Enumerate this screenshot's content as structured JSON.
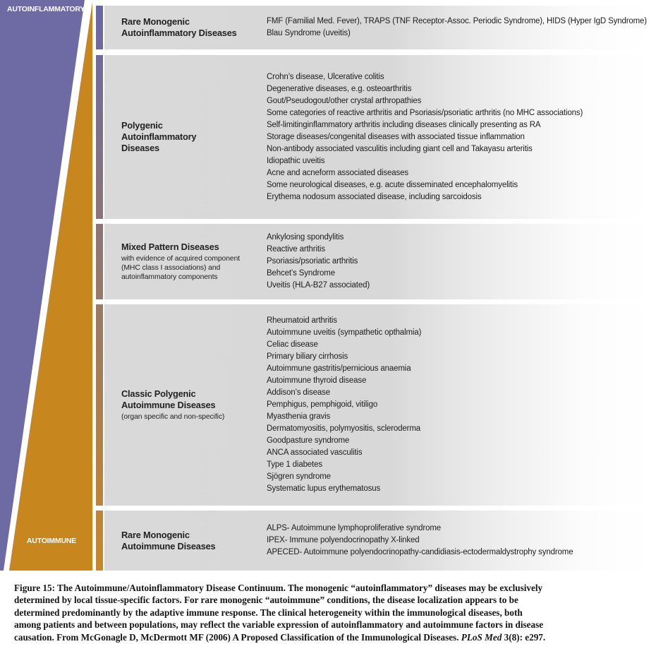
{
  "figure": {
    "axis": {
      "top_label": "AUTOINFLAMMATORY",
      "bottom_label": "AUTOIMMUNE"
    },
    "colors": {
      "purple": "#6E6BA4",
      "orange": "#C8861F",
      "strip_top": "#6768A8",
      "strip_bottom": "#C8872A",
      "row_gray": "#D9D9D9"
    },
    "rows": [
      {
        "title": "Rare Monogenic\nAutoinflammatory Diseases",
        "subtitle": "",
        "items": [
          "FMF (Familial Med. Fever), TRAPS (TNF Receptor-Assoc. Periodic Syndrome), HIDS (Hyper IgD Syndrome)",
          "Blau Syndrome (uveitis)"
        ]
      },
      {
        "title": "Polygenic\nAutoinflammatory\nDiseases",
        "subtitle": "",
        "items": [
          "Crohn’s disease, Ulcerative colitis",
          "Degenerative diseases, e.g. osteoarthritis",
          "Gout/Pseudogout/other crystal arthropathies",
          "Some categories of reactive arthritis and Psoriasis/psoriatic arthritis (no MHC associations)",
          "Self-limitinginflammatory arthritis including diseases clinically presenting as RA",
          "Storage diseases/congenital diseases with associated tissue inflammation",
          "Non-antibody associated vasculitis including giant cell and Takayasu arteritis",
          "Idiopathic uveitis",
          "Acne and acneform associated diseases",
          "Some neurological diseases, e.g. acute disseminated encephalomyelitis",
          "Erythema nodosum associated disease, including sarcoidosis"
        ]
      },
      {
        "title": "Mixed Pattern Diseases",
        "subtitle": "with evidence of acquired component\n(MHC class I associations) and\nautoinflammatory components",
        "items": [
          "Ankylosing spondylitis",
          "Reactive arthritis",
          "Psoriasis/psoriatic arthritis",
          "Behcet’s Syndrome",
          "Uveitis (HLA-B27 associated)"
        ]
      },
      {
        "title": "Classic Polygenic\nAutoimmune Diseases",
        "subtitle": "(organ specific and non-specific)",
        "items": [
          "Rheumatoid arthritis",
          "Autoimmune uveitis (sympathetic opthalmia)",
          "Celiac disease",
          "Primary biliary cirrhosis",
          "Autoimmune gastritis/pernicious anaemia",
          "Autoimmune thyroid disease",
          "Addison’s disease",
          "Pemphigus, pemphigoid, vitiligo",
          "Myasthenia gravis",
          "Dermatomyositis, polymyositis, scleroderma",
          "Goodpasture syndrome",
          "ANCA associated vasculitis",
          "Type 1 diabetes",
          "Sjögren syndrome",
          "Systematic lupus erythematosus"
        ]
      },
      {
        "title": "Rare Monogenic\nAutoimmune Diseases",
        "subtitle": "",
        "items": [
          "ALPS- Autoimmune lymphoproliferative syndrome",
          "IPEX- Immune polyendocrinopathy X-linked",
          "APECED- Autoimmune polyendocrinopathy-candidiasis-ectodermaldystrophy syndrome"
        ]
      }
    ]
  },
  "caption": {
    "text": "Figure 15: The Autoimmune/Autoinflammatory Disease Continuum. The monogenic “autoinflammatory” diseases may be exclusively determined by local tissue-specific factors. For rare monogenic “autoimmune” conditions, the disease localization appears to be determined predominantly by the adaptive immune response. The clinical heterogeneity within the immunological diseases, both among patients and between populations, may reflect the variable expression of autoinflammatory and autoimmune factors in disease causation. From McGonagle D, McDermott MF (2006) A Proposed Classification of the Immunological Diseases. ",
    "journal_italic": "PLoS Med",
    "tail": " 3(8): e297."
  }
}
